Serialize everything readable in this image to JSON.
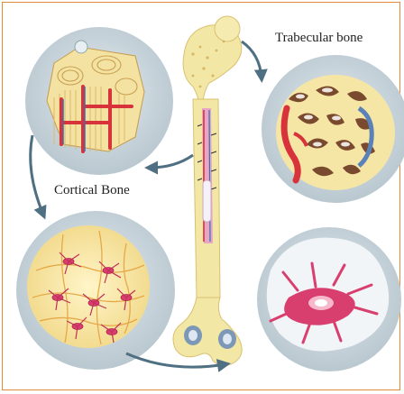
{
  "labels": {
    "trabecular": "Trabecular bone",
    "cortical": "Cortical Bone"
  },
  "colors": {
    "frame": "#e08a3c",
    "circle_bg": "#c7d3da",
    "bone": "#f3e7a6",
    "vessel_red": "#d8323a",
    "marrow_pink": "#e6a7c6",
    "arrow": "#4f6f82",
    "cell_magenta": "#d93f6e"
  },
  "icons": [
    "long-bone",
    "cortical-bone-detail",
    "trabecular-bone-detail",
    "osteocyte-network",
    "bone-cell",
    "curved-arrow"
  ]
}
